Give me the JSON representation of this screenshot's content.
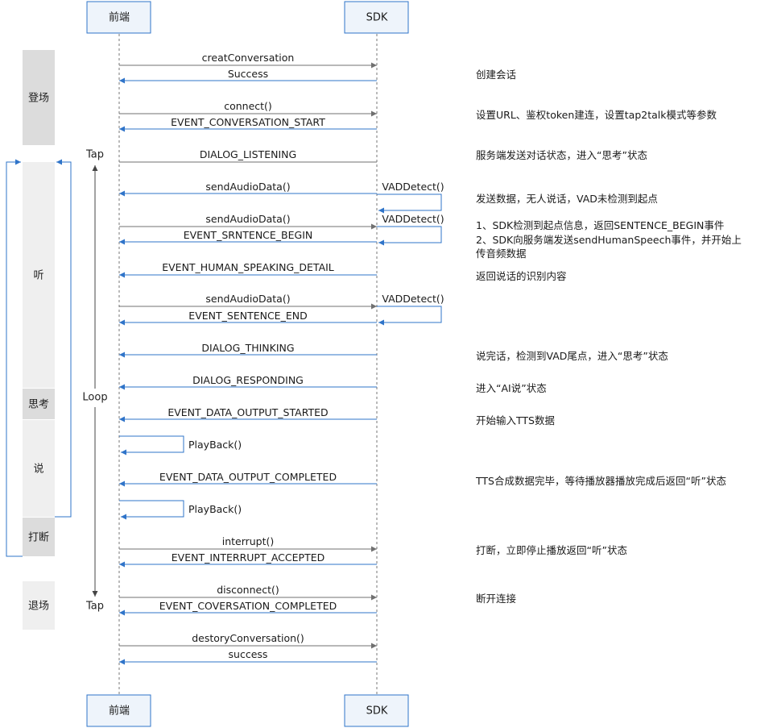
{
  "actors": {
    "frontend": "前端",
    "sdk": "SDK"
  },
  "phases": {
    "enter": "登场",
    "listen": "听",
    "think": "思考",
    "speak": "说",
    "interrupt": "打断",
    "exit": "退场"
  },
  "loop": {
    "tap_top": "Tap",
    "loop": "Loop",
    "tap_bottom": "Tap"
  },
  "messages": {
    "m1": "creatConversation",
    "m2": "Success",
    "m3": "connect()",
    "m4": "EVENT_CONVERSATION_START",
    "m5": "DIALOG_LISTENING",
    "m6": "sendAudioData()",
    "m7": "VADDetect()",
    "m8": "sendAudioData()",
    "m9": "VADDetect()",
    "m10": "EVENT_SRNTENCE_BEGIN",
    "m11": "EVENT_HUMAN_SPEAKING_DETAIL",
    "m12": "sendAudioData()",
    "m13": "VADDetect()",
    "m14": "EVENT_SENTENCE_END",
    "m15": "DIALOG_THINKING",
    "m16": "DIALOG_RESPONDING",
    "m17": "EVENT_DATA_OUTPUT_STARTED",
    "m18": "PlayBack()",
    "m19": "EVENT_DATA_OUTPUT_COMPLETED",
    "m20": "PlayBack()",
    "m21": "interrupt()",
    "m22": "EVENT_INTERRUPT_ACCEPTED",
    "m23": "disconnect()",
    "m24": "EVENT_COVERSATION_COMPLETED",
    "m25": "destoryConversation()",
    "m26": "success"
  },
  "notes": {
    "n1": "创建会话",
    "n2": "设置URL、鉴权token建连，设置tap2talk模式等参数",
    "n3": "服务端发送对话状态，进入“思考”状态",
    "n4": "发送数据，无人说话，VAD未检测到起点",
    "n5a": "1、SDK检测到起点信息，返回SENTENCE_BEGIN事件",
    "n5b": "2、SDK向服务端发送sendHumanSpeech事件，并开始上",
    "n5c": "传音频数据",
    "n6": "返回说话的识别内容",
    "n7": "说完话，检测到VAD尾点，进入“思考”状态",
    "n8": "进入“AI说”状态",
    "n9": "开始输入TTS数据",
    "n10": "TTS合成数据完毕，等待播放器播放完成后返回“听”状态",
    "n11": "打断，立即停止播放返回“听”状态",
    "n12": "断开连接"
  },
  "colors": {
    "request": "#707070",
    "response": "#2f74c9",
    "actor_border": "#2f74c9",
    "phase_dark": "#dcdcdc",
    "phase_light": "#efefef"
  }
}
